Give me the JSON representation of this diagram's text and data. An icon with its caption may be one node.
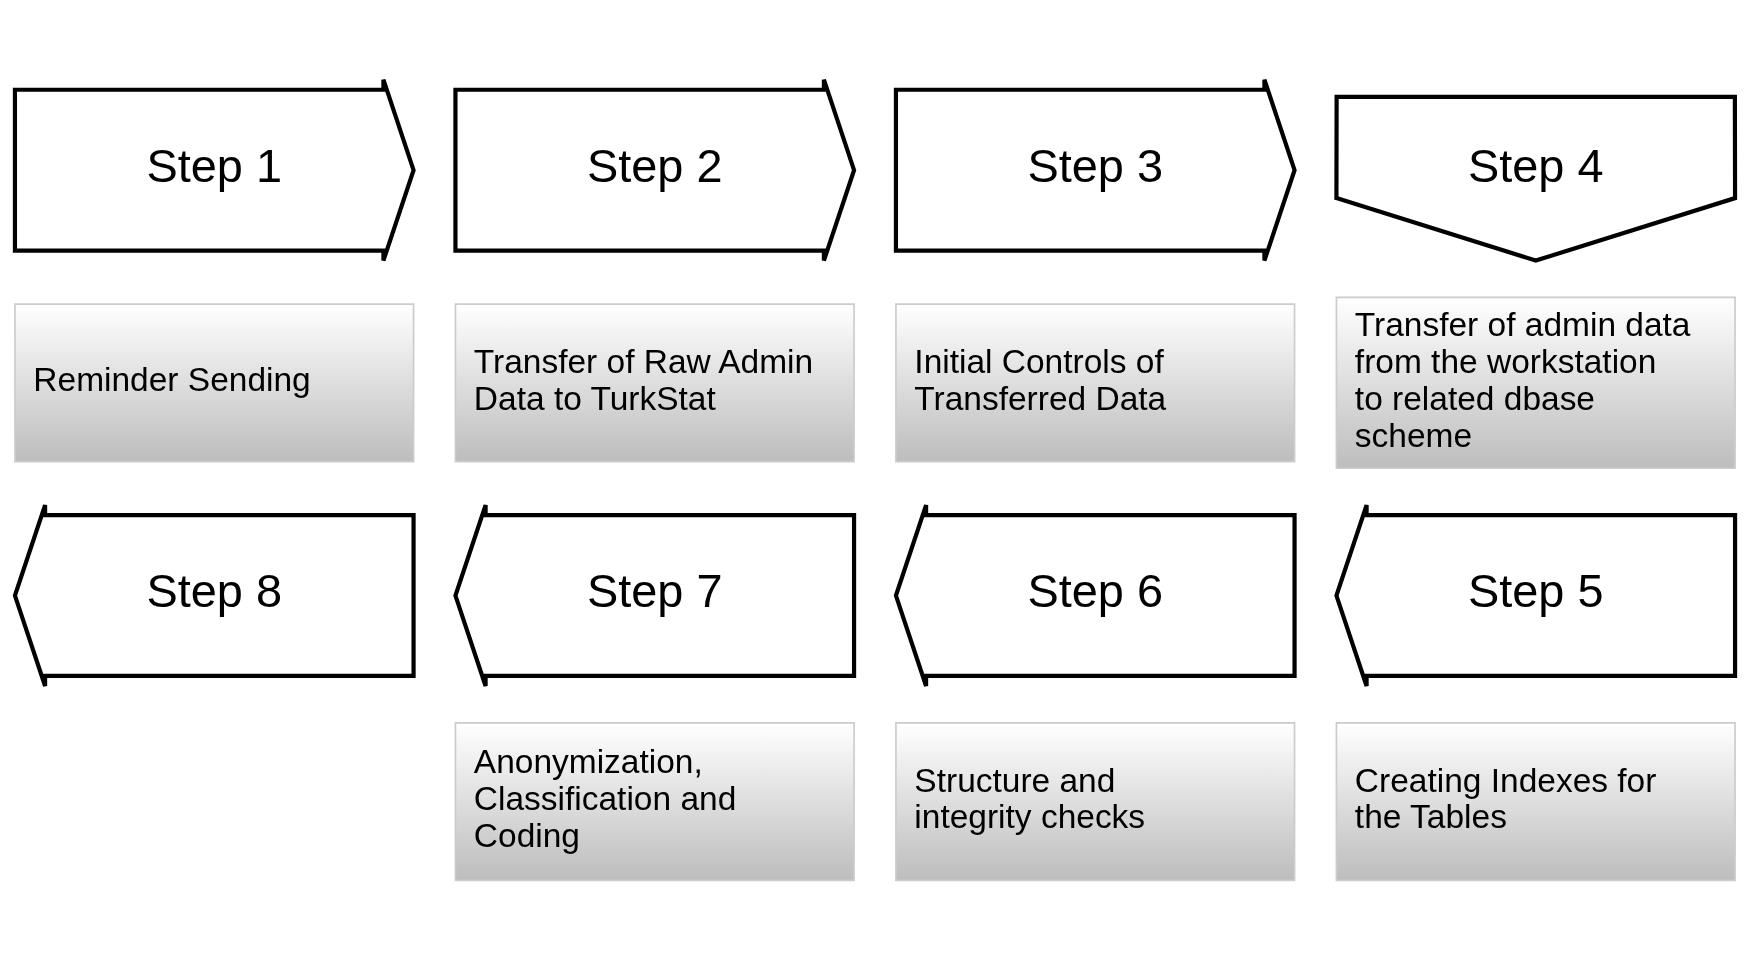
{
  "diagram": {
    "nodes": [
      {
        "text": [
          "Step 1"
        ]
      },
      {
        "text": [
          "Step 2"
        ]
      },
      {
        "text": [
          "Step 3"
        ]
      },
      {
        "text": [
          "Step 4"
        ]
      },
      {
        "text": [
          "Reminder Sending"
        ]
      },
      {
        "text": [
          "Transfer of Raw Admin Data to TurkStat"
        ]
      },
      {
        "text": [
          "Initial Controls of Transferred Data"
        ]
      },
      {
        "text": [
          "Transfer of admin data from the workstation to related dbase scheme"
        ]
      },
      {
        "text": [
          "Step 8"
        ]
      },
      {
        "text": [
          "Step 7"
        ]
      },
      {
        "text": [
          "Step 6"
        ]
      },
      {
        "text": [
          "Step 5"
        ]
      },
      {
        "text": [
          "Anonymization, Classification and Coding"
        ]
      },
      {
        "text": [
          "Structure and integrity checks"
        ]
      },
      {
        "text": [
          "Creating Indexes for the Tables"
        ]
      }
    ]
  }
}
